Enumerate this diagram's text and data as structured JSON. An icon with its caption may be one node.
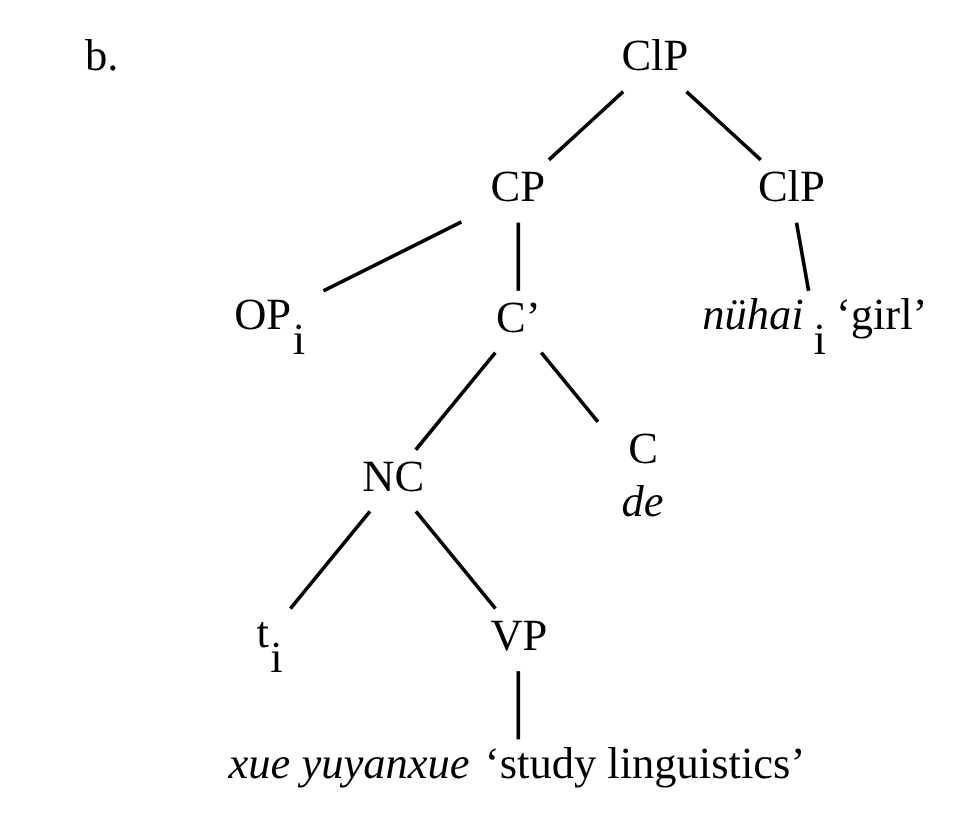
{
  "diagram": {
    "nodes": [
      {
        "text": [
          "ClP"
        ]
      },
      {
        "text": [
          "CP"
        ]
      },
      {
        "text": [
          "ClP"
        ]
      },
      {
        "text": [
          "*nühai*$_{i}$ ‘girl’"
        ]
      },
      {
        "text": [
          "OP$_{i}$"
        ]
      },
      {
        "text": [
          "C’"
        ]
      },
      {
        "text": [
          "NC"
        ]
      },
      {
        "text": [
          "C"
        ],
        "beside": [
          "de"
        ]
      },
      {
        "text": [
          "t$_{i}$"
        ]
      },
      {
        "text": [
          "VP"
        ]
      },
      {
        "text": [
          "*xue yuyanxue* ‘study linguistics’"
        ]
      }
    ],
    "edges": [
      {
        "from": 0,
        "to": 1,
        "arrow": "none"
      },
      {
        "from": 0,
        "to": 2,
        "arrow": "none"
      },
      {
        "from": 2,
        "to": 3,
        "arrow": "none"
      },
      {
        "from": 1,
        "to": 4,
        "arrow": "none"
      },
      {
        "from": 1,
        "to": 5,
        "arrow": "none"
      },
      {
        "from": 5,
        "to": 6,
        "arrow": "none"
      },
      {
        "from": 5,
        "to": 7,
        "arrow": "none"
      },
      {
        "from": 6,
        "to": 8,
        "arrow": "none"
      },
      {
        "from": 6,
        "to": 9,
        "arrow": "none"
      },
      {
        "from": 9,
        "to": 10,
        "arrow": "none"
      }
    ],
    "labels": [
      "b."
    ]
  }
}
